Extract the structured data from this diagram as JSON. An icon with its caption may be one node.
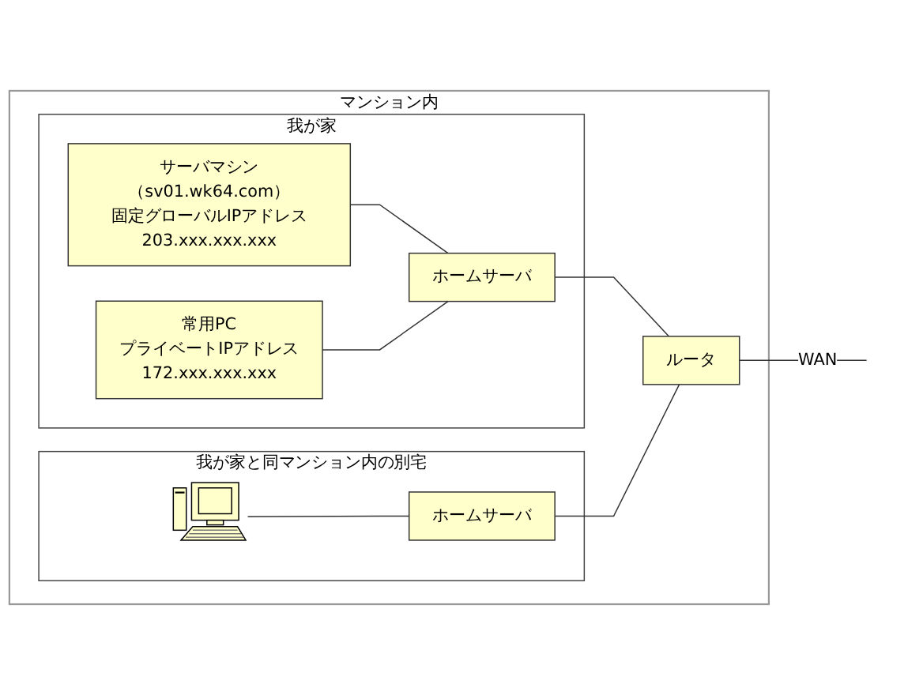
{
  "diagram": {
    "nodes": [
      {
        "text": [
          "マンション内"
        ]
      },
      {
        "text": [
          "我が家"
        ],
        "in": 0
      },
      {
        "text": [
          "サーバマシン（sv01.wk64.com）",
          "固定グローバルIPアドレス",
          "203.xxx.xxx.xxx"
        ],
        "in": 1
      },
      {
        "text": [
          "ホームサーバ"
        ],
        "in": 1
      },
      {
        "text": [
          "常用PC",
          "プライベートIPアドレス",
          "172.xxx.xxx.xxx"
        ],
        "in": 1
      },
      {
        "text": [
          "我が家と同マンション内の別宅"
        ],
        "in": 0
      },
      {
        "text": [],
        "shape": "picture",
        "in": 5
      },
      {
        "text": [
          "ホームサーバ"
        ],
        "in": 5
      },
      {
        "text": [
          "ルータ"
        ],
        "in": 0
      }
    ],
    "edges": [
      {
        "from": 2,
        "to": 3,
        "arrow": "none"
      },
      {
        "from": 4,
        "to": 3,
        "arrow": "none"
      },
      {
        "from": 3,
        "to": 8,
        "arrow": "none"
      },
      {
        "from": 6,
        "to": 7,
        "arrow": "none"
      },
      {
        "from": 7,
        "to": 8,
        "arrow": "none"
      },
      {
        "from": 8,
        "to": null,
        "arrow": "none",
        "label": "WAN"
      }
    ]
  }
}
